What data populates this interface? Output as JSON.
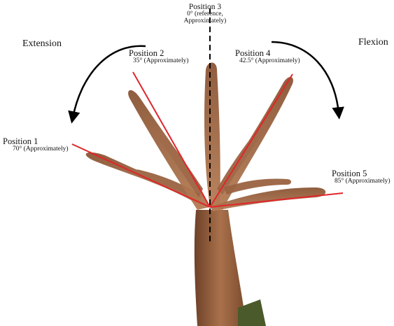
{
  "labels": {
    "extension": "Extension",
    "flexion": "Flexion"
  },
  "positions": [
    {
      "title": "Position 1",
      "angle": "70° (Approximately)"
    },
    {
      "title": "Position 2",
      "angle": "35° (Approximately)"
    },
    {
      "title": "Position 3",
      "angle_line1": "0° (reference,",
      "angle_line2": "Approximately)"
    },
    {
      "title": "Position 4",
      "angle": "42.5° (Approximately)"
    },
    {
      "title": "Position 5",
      "angle": "85° (Approximately)"
    }
  ],
  "colors": {
    "angle_lines": "#e0262b",
    "reference_line": "#000000",
    "arrows": "#000000",
    "skin_dark": "#7a4a2e",
    "skin_mid": "#a9714b",
    "skin_light": "#c99270",
    "sleeve": "#4a5a2a"
  }
}
